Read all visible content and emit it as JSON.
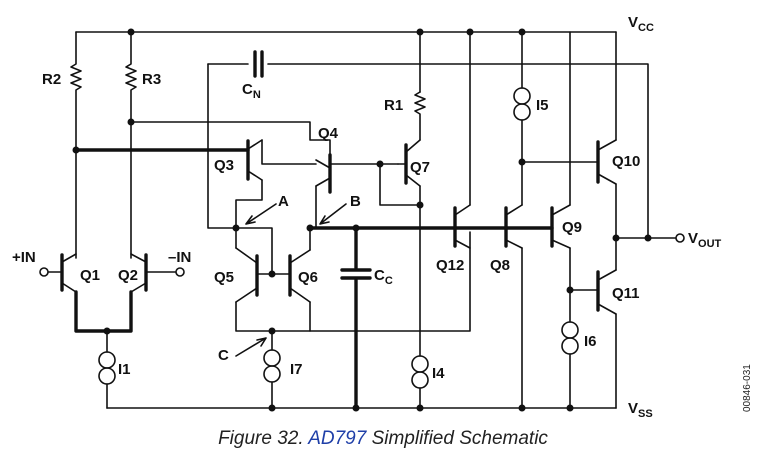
{
  "figure": {
    "number": "Figure 32.",
    "part": "AD797",
    "title": "Simplified Schematic",
    "doc_number": "00846-031"
  },
  "rails": {
    "vcc": "V",
    "vcc_sub": "CC",
    "vss": "V",
    "vss_sub": "SS"
  },
  "output": {
    "label": "V",
    "sub": "OUT"
  },
  "inputs": {
    "plus": "+IN",
    "minus": "–IN"
  },
  "nodes": {
    "a": "A",
    "b": "B",
    "c": "C"
  },
  "transistors": {
    "q1": "Q1",
    "q2": "Q2",
    "q3": "Q3",
    "q4": "Q4",
    "q5": "Q5",
    "q6": "Q6",
    "q7": "Q7",
    "q8": "Q8",
    "q9": "Q9",
    "q10": "Q10",
    "q11": "Q11",
    "q12": "Q12"
  },
  "resistors": {
    "r1": "R1",
    "r2": "R2",
    "r3": "R3"
  },
  "capacitors": {
    "cn": "C",
    "cn_sub": "N",
    "cc": "C",
    "cc_sub": "C"
  },
  "sources": {
    "i1": "I1",
    "i4": "I4",
    "i5": "I5",
    "i6": "I6",
    "i7": "I7"
  }
}
